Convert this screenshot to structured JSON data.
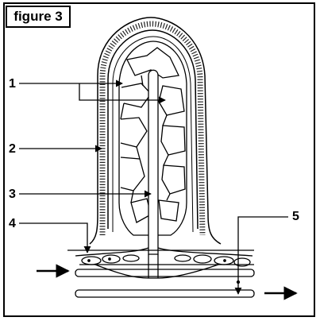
{
  "figure_title": "figure 3",
  "labels": {
    "l1": "1",
    "l2": "2",
    "l3": "3",
    "l4": "4",
    "l5": "5"
  }
}
